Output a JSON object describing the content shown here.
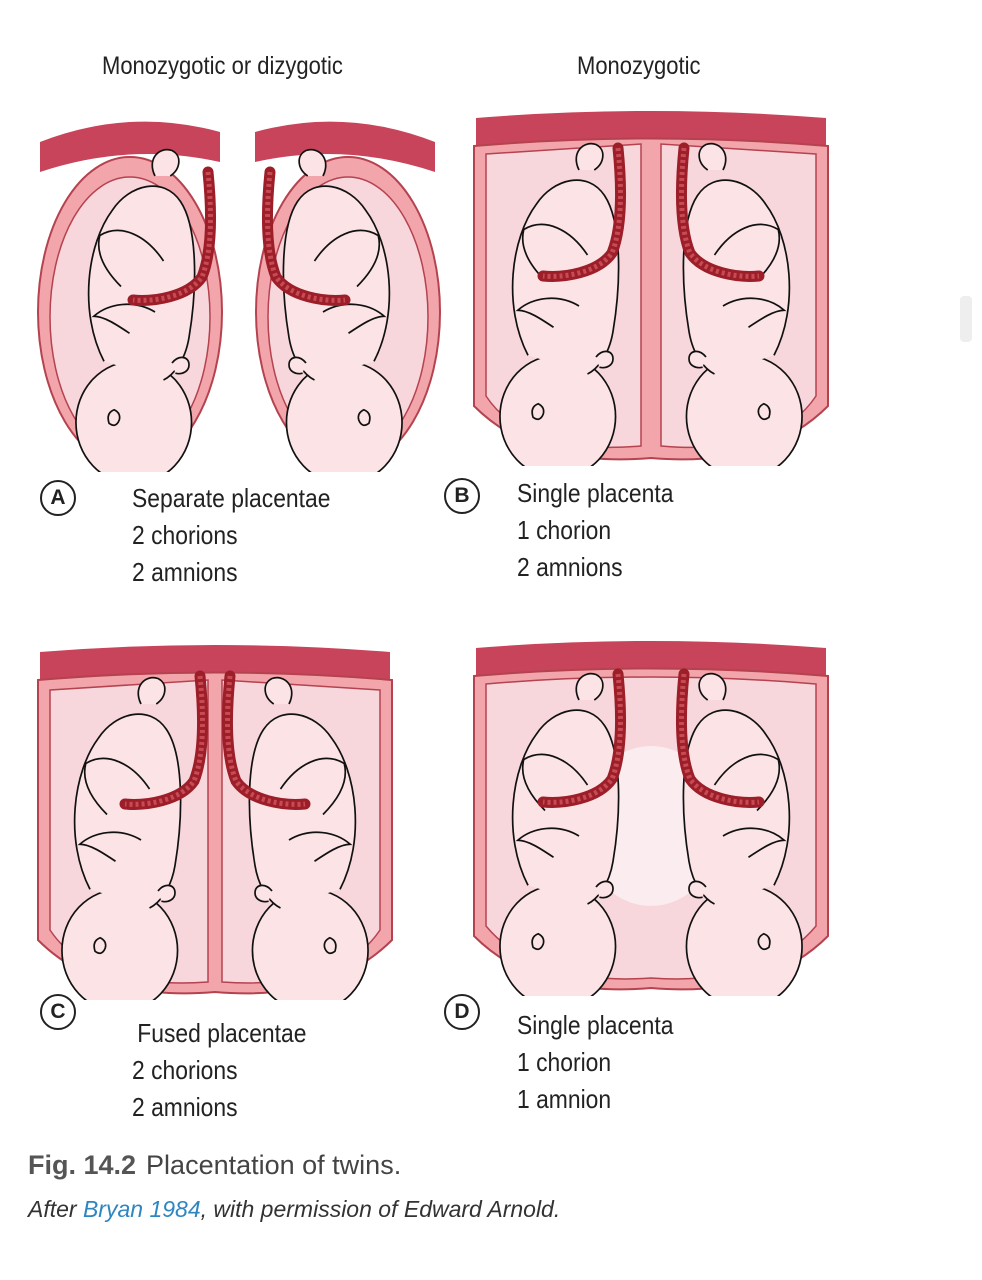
{
  "headings": {
    "left": "Monozygotic or dizygotic",
    "right": "Monozygotic"
  },
  "panels": [
    {
      "letter": "A",
      "lines": [
        "Separate placentae",
        "2 chorions",
        "2 amnions"
      ]
    },
    {
      "letter": "B",
      "lines": [
        "Single placenta",
        "1 chorion",
        "2 amnions"
      ]
    },
    {
      "letter": "C",
      "lines": [
        "Fused placentae",
        "2 chorions",
        "2 amnions"
      ]
    },
    {
      "letter": "D",
      "lines": [
        "Single placenta",
        "1 chorion",
        "1 amnion"
      ]
    }
  ],
  "figure": {
    "number": "Fig. 14.2",
    "title": "Placentation of twins.",
    "credit_prefix": "After ",
    "credit_link": "Bryan 1984",
    "credit_suffix": ", with permission of Edward Arnold."
  },
  "colors": {
    "placenta": "#c8445a",
    "chorion": "#f2a6ab",
    "amnion_fill": "#f7d7dc",
    "fetus_skin": "#fbe3e6",
    "cord": "#9b1e28",
    "link": "#2e86c1"
  }
}
